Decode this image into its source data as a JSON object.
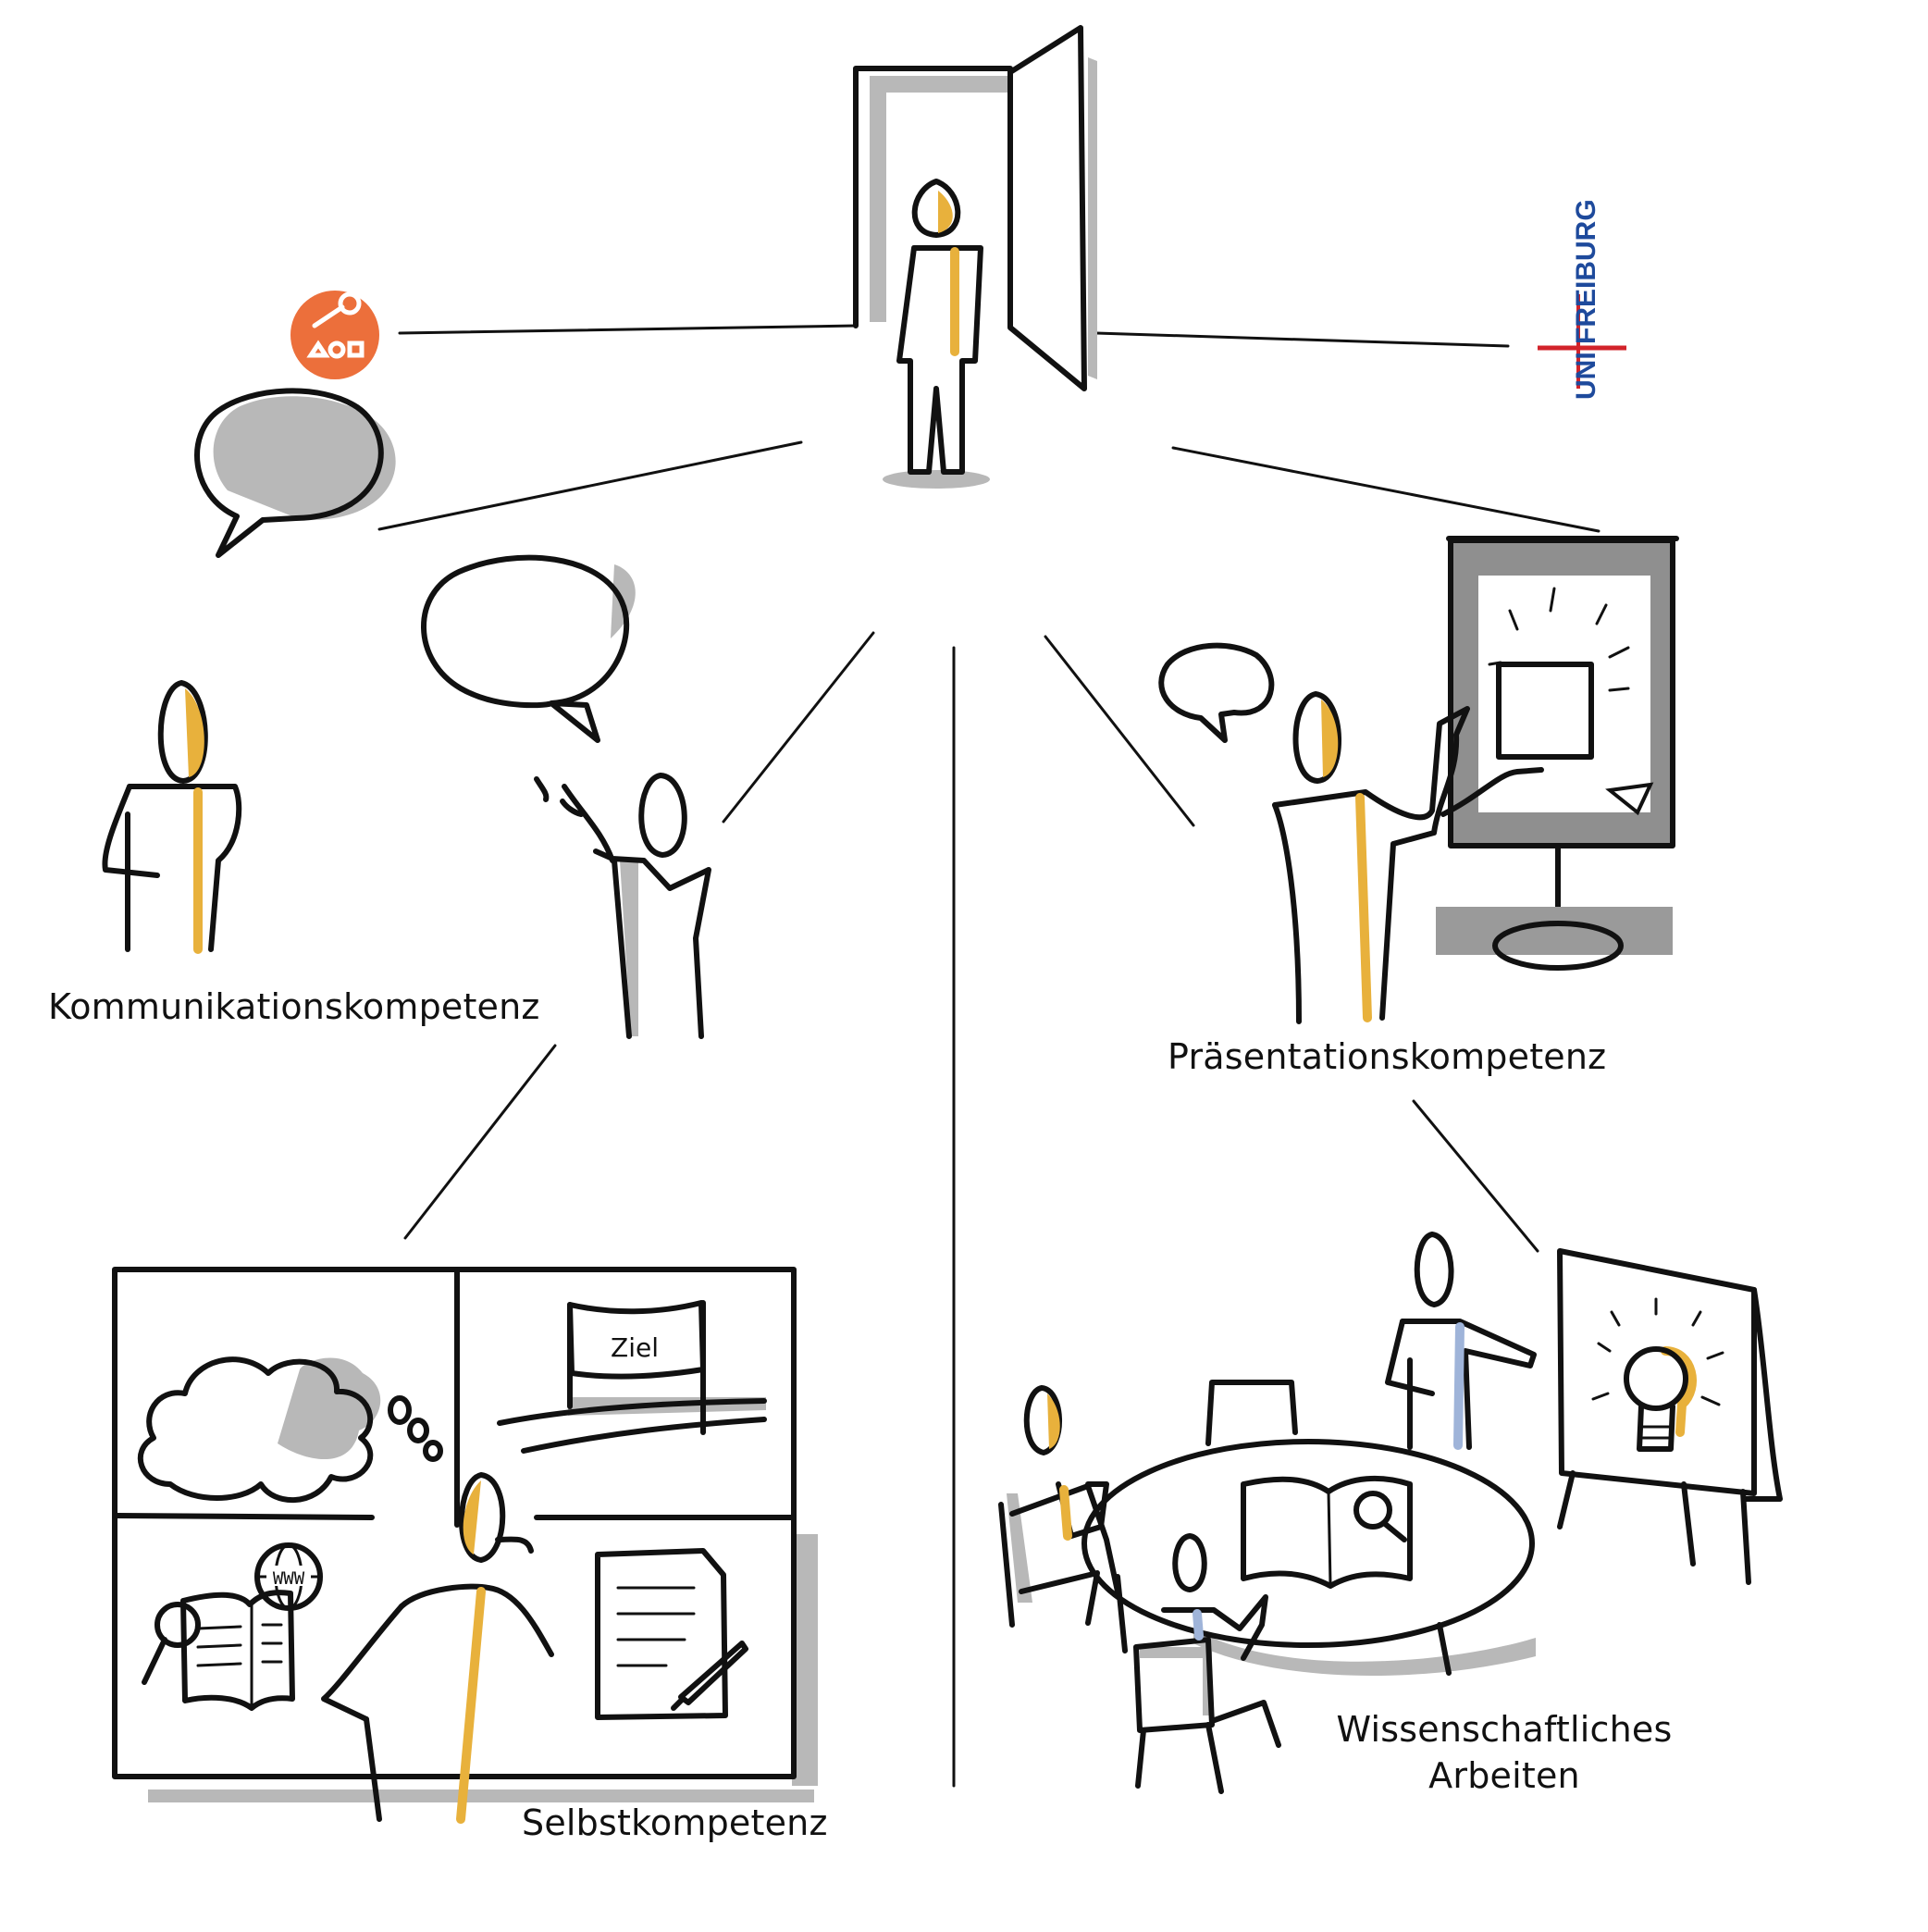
{
  "colors": {
    "ink": "#111111",
    "accent_gold": "#e8b13c",
    "shadow_gray": "#b8b8b8",
    "badge_orange": "#ec6f3b",
    "uni_blue": "#1e4a9c",
    "uni_red": "#d2232a",
    "person_blue": "#9fb4d9"
  },
  "logos": {
    "left_badge_icon": "wrench-shapes-icon",
    "uni_logo_text": "UNI FREIBURG"
  },
  "competencies": {
    "communication": "Kommunikationskompetenz",
    "presentation": "Präsentationskompetenz",
    "self": "Selbstkompetenz",
    "scientific_line1": "Wissenschaftliches",
    "scientific_line2": "Arbeiten"
  },
  "self_panel": {
    "goal_banner": "Ziel",
    "globe_text": "WWW"
  }
}
